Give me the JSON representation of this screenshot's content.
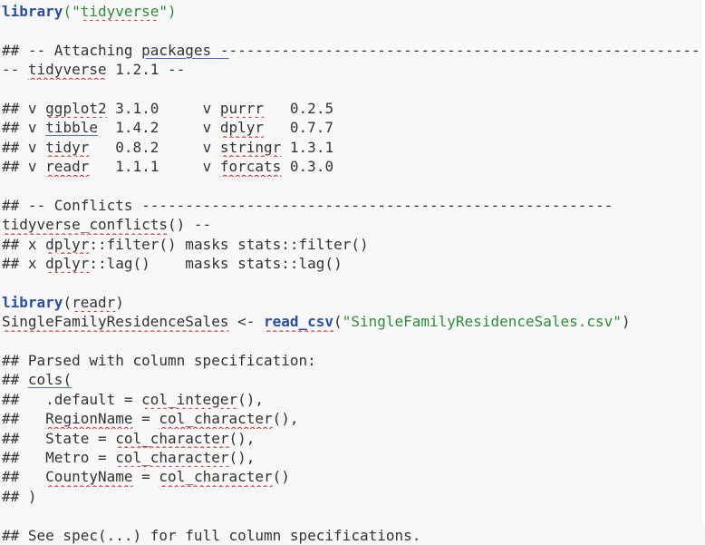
{
  "lines": {
    "l01_fn": "library",
    "l01_open": "(\"",
    "l01_arg": "tidyverse",
    "l01_close": "\")",
    "l02_a": "## -- Attaching ",
    "l02_b": "packages",
    "l02_c": " -",
    "l02_d": "---------------------------------------------------------------",
    "l03_a": "-- ",
    "l03_b": "tidyverse",
    "l03_c": " 1.2.1 --",
    "l04_a": "## v ",
    "l04_b": "ggplot2",
    "l04_c": " 3.1.0     v ",
    "l04_d": "purrr",
    "l04_e": "   0.2.5",
    "l05_a": "## v ",
    "l05_b": "tibble",
    "l05_c": "  1.4.2     v ",
    "l05_d": "dplyr",
    "l05_e": "   0.7.7",
    "l06_a": "## v ",
    "l06_b": "tidyr",
    "l06_c": "   0.8.2     v ",
    "l06_d": "stringr",
    "l06_e": " 1.3.1",
    "l07_a": "## v ",
    "l07_b": "readr",
    "l07_c": "   1.1.1     v ",
    "l07_d": "forcats",
    "l07_e": " 0.3.0",
    "l08_a": "## -- Conflicts ",
    "l08_b": "------------------------------------------------------",
    "l09_a": "tidyverse_conflicts",
    "l09_b": "() --",
    "l10_a": "## x ",
    "l10_b": "dplyr",
    "l10_c": "::filter() masks stats::filter()",
    "l11_a": "## x ",
    "l11_b": "dplyr",
    "l11_c": "::lag()    masks stats::lag()",
    "l12_fn": "library",
    "l12_open": "(",
    "l12_arg": "readr",
    "l12_close": ")",
    "l13_a": "SingleFamilyResidenceSales",
    "l13_b": " <- ",
    "l13_c": "read_csv",
    "l13_d": "(",
    "l13_e": "\"SingleFamilyResidenceSales.csv\"",
    "l13_f": ")",
    "l14": "## Parsed with column specification:",
    "l15_a": "## ",
    "l15_b": "cols(",
    "l16_a": "##   .default = ",
    "l16_b": "col_integer",
    "l16_c": "(),",
    "l17_a": "##   ",
    "l17_b": "RegionName",
    "l17_c": " = ",
    "l17_d": "col_character",
    "l17_e": "(),",
    "l18_a": "##   State = ",
    "l18_b": "col_character",
    "l18_c": "(),",
    "l19_a": "##   Metro = ",
    "l19_b": "col_character",
    "l19_c": "(),",
    "l20_a": "##   ",
    "l20_b": "CountyName",
    "l20_c": " = ",
    "l20_d": "col_character",
    "l20_e": "()",
    "l21": "## )",
    "l22": "## See spec(...) for full column specifications."
  },
  "colors": {
    "background": "#f8f8f8",
    "text": "#333333",
    "keyword": "#2b4fa0",
    "string": "#2e8b3a",
    "spellcheck_underline": "#d32020",
    "grammar_underline": "#4c72c8"
  }
}
